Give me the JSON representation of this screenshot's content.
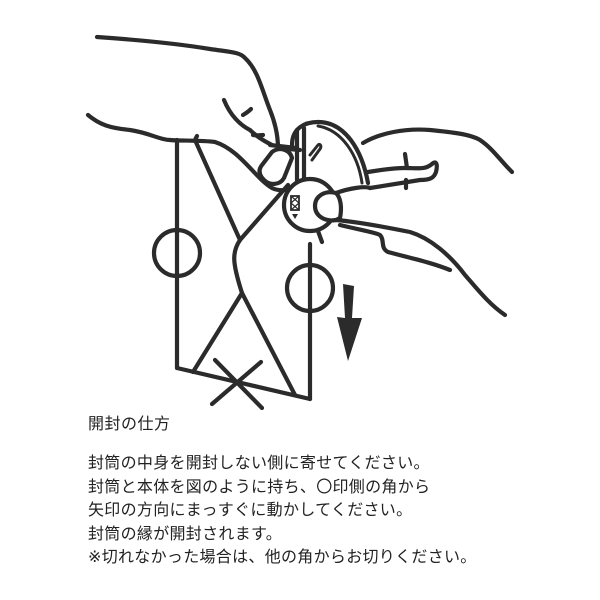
{
  "illustration": {
    "description": "Two hands holding an envelope and a circular opener device at the upper right corner; arrow indicates moving downward",
    "icons": {
      "envelope": "envelope-icon",
      "opener": "round-opener-device-icon",
      "arrow": "arrow-down-icon",
      "circle_mark_left": "circle-mark-icon",
      "circle_mark_right": "circle-mark-icon",
      "cross_mark": "cross-mark-icon",
      "hand_left": "hand-icon",
      "hand_right": "hand-icon",
      "device_symbol": "envelope-symbol-icon"
    },
    "colors": {
      "line": "#2b2b2b",
      "background": "#ffffff"
    }
  },
  "instructions": {
    "heading": "開封の仕方",
    "lines": [
      "封筒の中身を開封しない側に寄せてください。",
      "封筒と本体を図のように持ち、〇印側の角から",
      "矢印の方向にまっすぐに動かしてください。",
      "封筒の縁が開封されます。",
      "※切れなかった場合は、他の角からお切りください。"
    ]
  }
}
